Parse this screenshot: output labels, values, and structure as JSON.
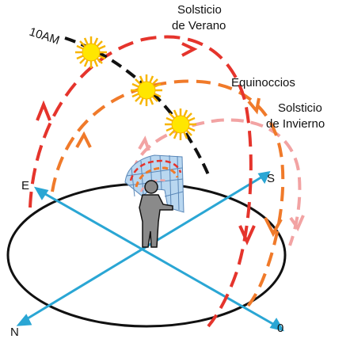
{
  "labels": {
    "summer_line1": "Solsticio",
    "summer_line2": "de Verano",
    "equinox": "Equinoccios",
    "winter_line1": "Solsticio",
    "winter_line2": "de Invierno",
    "time": "10AM"
  },
  "directions": {
    "east": "E",
    "south": "S",
    "north": "N",
    "west": "0"
  },
  "colors": {
    "summer_path": "#e5342c",
    "equinox_path": "#f07a2a",
    "winter_path": "#f2a3a3",
    "axis": "#2aa6d4",
    "horizon": "#111111",
    "sun": "#ffe600",
    "sun_ray": "#f7b500"
  }
}
